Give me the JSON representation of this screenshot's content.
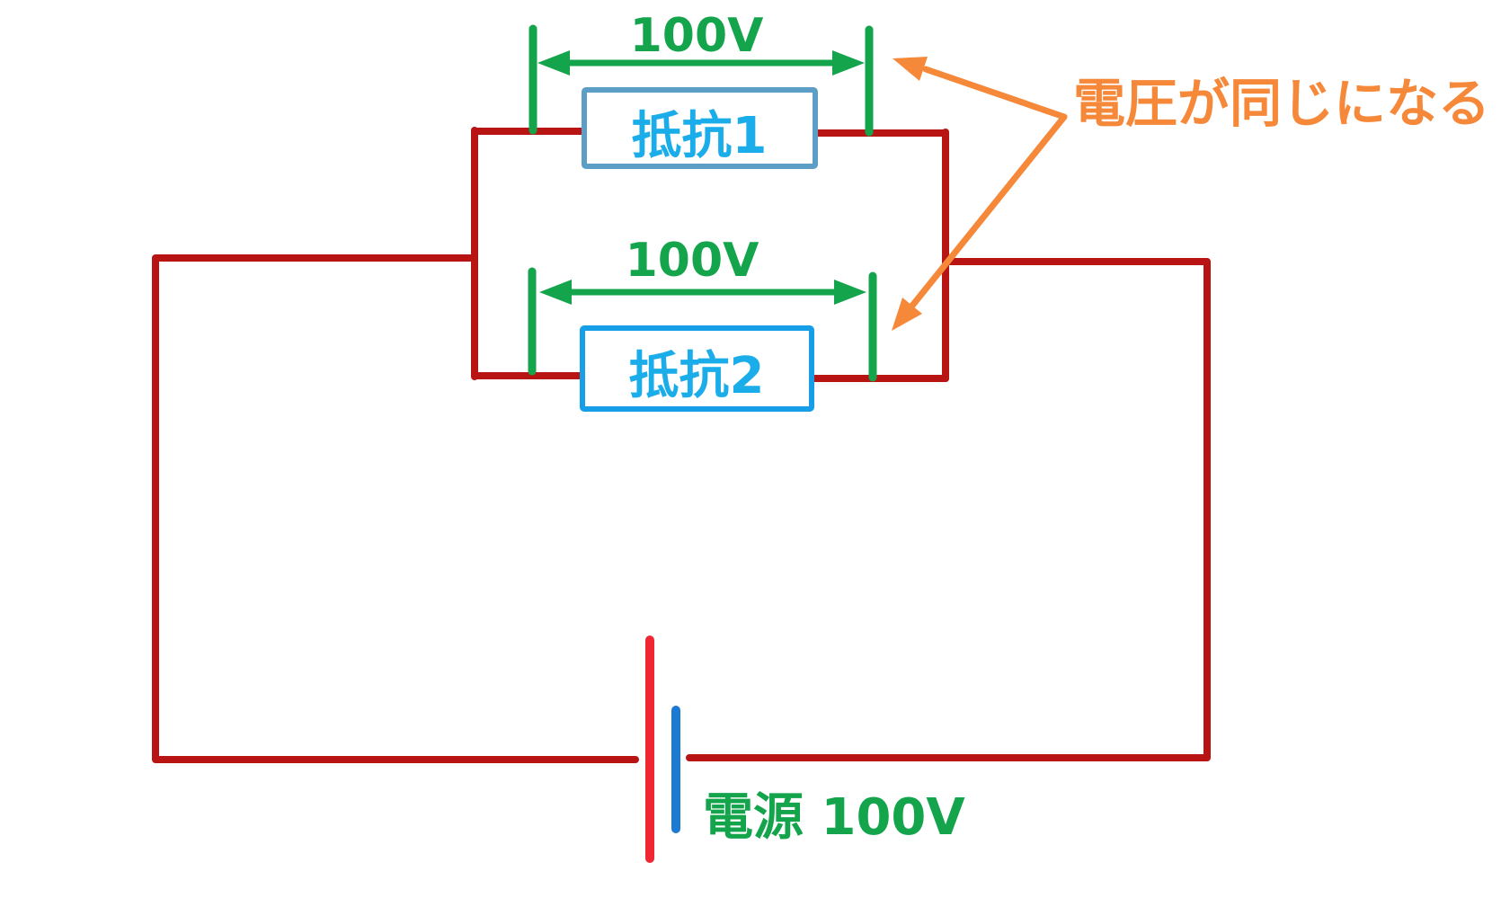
{
  "colors": {
    "background": "#ffffff",
    "wire": "#b91414",
    "battery_long_plate": "#ee2733",
    "battery_short_plate": "#1b7ad2",
    "voltage_green": "#14a44c",
    "resistor1_border": "#5d9ec6",
    "resistor2_border": "#169fe8",
    "resistor_label_blue": "#1badea",
    "annotation_orange": "#f6883a"
  },
  "resistors": [
    {
      "label": "抵抗1",
      "voltage": "100V"
    },
    {
      "label": "抵抗2",
      "voltage": "100V"
    }
  ],
  "power_source": {
    "label": "電源 100V"
  },
  "annotation": {
    "label": "電圧が同じになる"
  }
}
